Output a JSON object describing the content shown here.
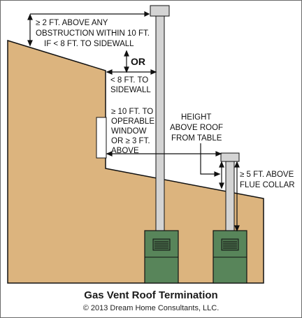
{
  "title": "Gas Vent Roof Termination",
  "credit": "© 2013 Dream Home Consultants, LLC.",
  "labels": {
    "above_obstruction": [
      "≥ 2 FT. ABOVE ANY",
      "OBSTRUCTION WITHIN 10 FT.",
      "IF < 8 FT. TO SIDEWALL"
    ],
    "or": "OR",
    "sidewall": [
      "< 8 FT. TO",
      "SIDEWALL"
    ],
    "window": [
      "≥ 10 FT. TO",
      "OPERABLE",
      "WINDOW",
      "OR ≥ 3 FT.",
      "ABOVE"
    ],
    "height_table": [
      "HEIGHT",
      "ABOVE ROOF",
      "FROM TABLE"
    ],
    "flue_collar": [
      "≥ 5 FT. ABOVE",
      "FLUE COLLAR"
    ]
  },
  "colors": {
    "building": "#dcb47e",
    "vent_pipe": "#d4d4d4",
    "furnace": "#58855a",
    "outline": "#111111",
    "frame_border": "#6a6a6a"
  }
}
